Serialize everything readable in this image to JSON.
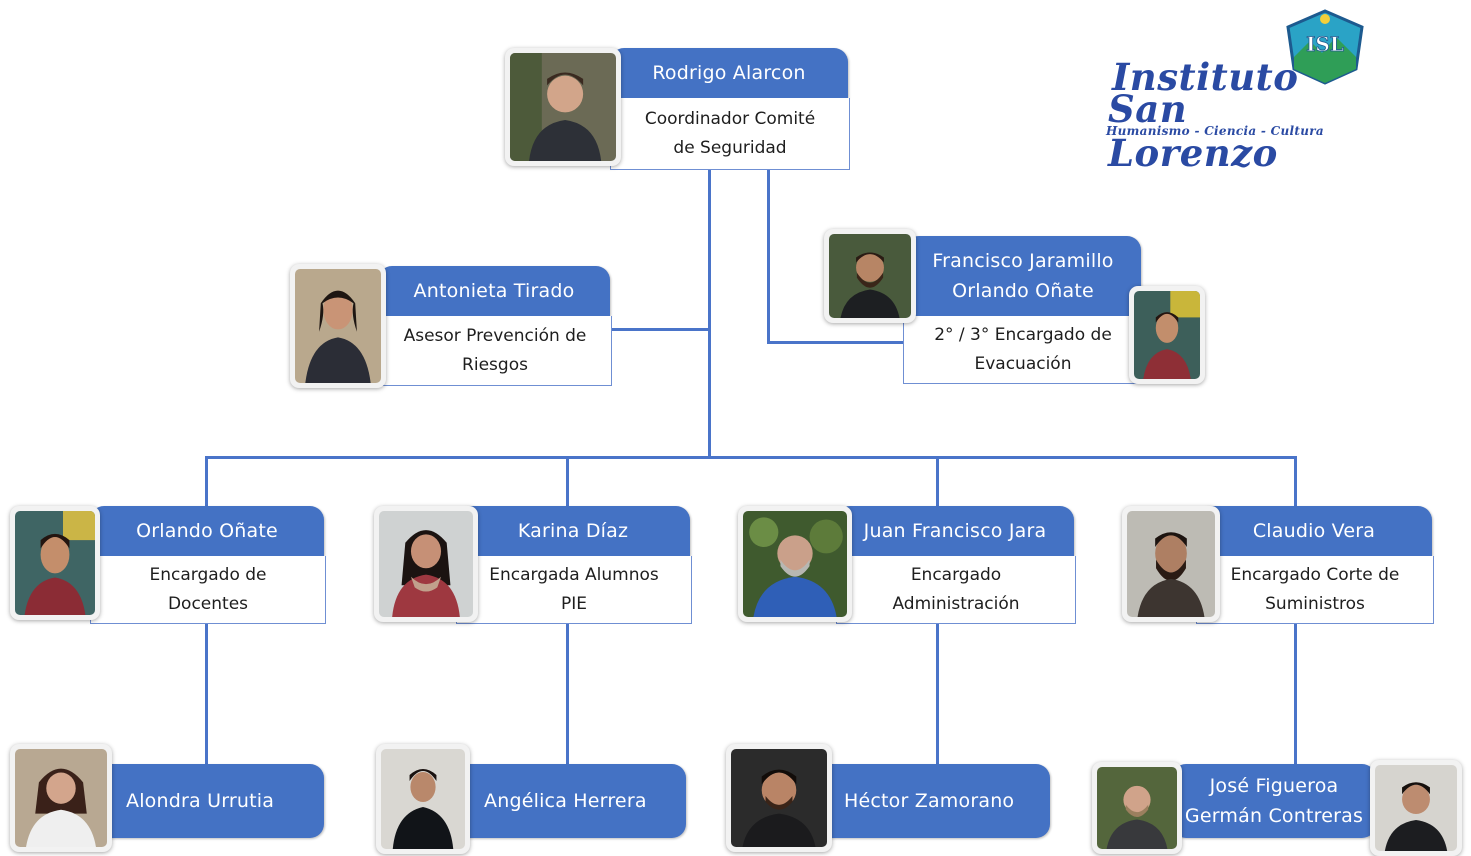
{
  "logo": {
    "line1": "Instituto",
    "line2": "San Lorenzo",
    "tagline": "Humanismo - Ciencia - Cultura",
    "badge": "ISL"
  },
  "people": {
    "coordinator": {
      "name": "Rodrigo Alarcon",
      "role_line1": "Coordinador Comité",
      "role_line2": "de Seguridad"
    },
    "advisor": {
      "name": "Antonieta Tirado",
      "role_line1": "Asesor Prevención de",
      "role_line2": "Riesgos"
    },
    "evacuation": {
      "name1": "Francisco Jaramillo",
      "name2": "Orlando Oñate",
      "role_line1": "2° / 3° Encargado de",
      "role_line2": "Evacuación"
    },
    "teachers": {
      "name": "Orlando Oñate",
      "role_line1": "Encargado de",
      "role_line2": "Docentes"
    },
    "pie": {
      "name": "Karina Díaz",
      "role_line1": "Encargada Alumnos",
      "role_line2": "PIE"
    },
    "admin": {
      "name": "Juan Francisco Jara",
      "role_line1": "Encargado",
      "role_line2": "Administración"
    },
    "supplies": {
      "name": "Claudio Vera",
      "role_line1": "Encargado Corte de",
      "role_line2": "Suministros"
    },
    "sub1": {
      "name": "Alondra Urrutia"
    },
    "sub2": {
      "name": "Angélica Herrera"
    },
    "sub3": {
      "name": "Héctor Zamorano"
    },
    "sub4": {
      "name1": "José Figueroa",
      "name2": "Germán Contreras"
    }
  }
}
